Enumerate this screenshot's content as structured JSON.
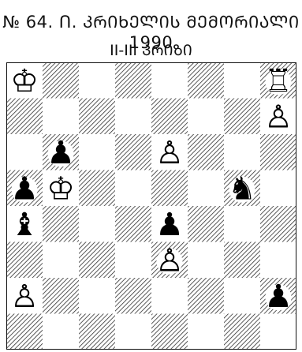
{
  "title": "№ 64. Ո. ᲙᲠᲘᲮᲔᲚᲘᲡ ᲛᲔᲛᲝᲠᲘᲐᲚᲘ 1990",
  "subtitle": "II-III ᲞᲠᲘᲖᲘ",
  "board": {
    "files": 8,
    "ranks": 8,
    "pieces": [
      {
        "square": "a8",
        "color": "white",
        "type": "king"
      },
      {
        "square": "h8",
        "color": "white",
        "type": "rook"
      },
      {
        "square": "h7",
        "color": "white",
        "type": "pawn"
      },
      {
        "square": "b6",
        "color": "black",
        "type": "pawn"
      },
      {
        "square": "e6",
        "color": "white",
        "type": "pawn"
      },
      {
        "square": "a5",
        "color": "black",
        "type": "pawn"
      },
      {
        "square": "b5",
        "color": "white",
        "type": "king"
      },
      {
        "square": "g5",
        "color": "black",
        "type": "knight"
      },
      {
        "square": "a4",
        "color": "black",
        "type": "bishop"
      },
      {
        "square": "e4",
        "color": "black",
        "type": "pawn"
      },
      {
        "square": "e3",
        "color": "white",
        "type": "pawn"
      },
      {
        "square": "a2",
        "color": "white",
        "type": "pawn"
      },
      {
        "square": "h2",
        "color": "black",
        "type": "pawn"
      }
    ]
  }
}
